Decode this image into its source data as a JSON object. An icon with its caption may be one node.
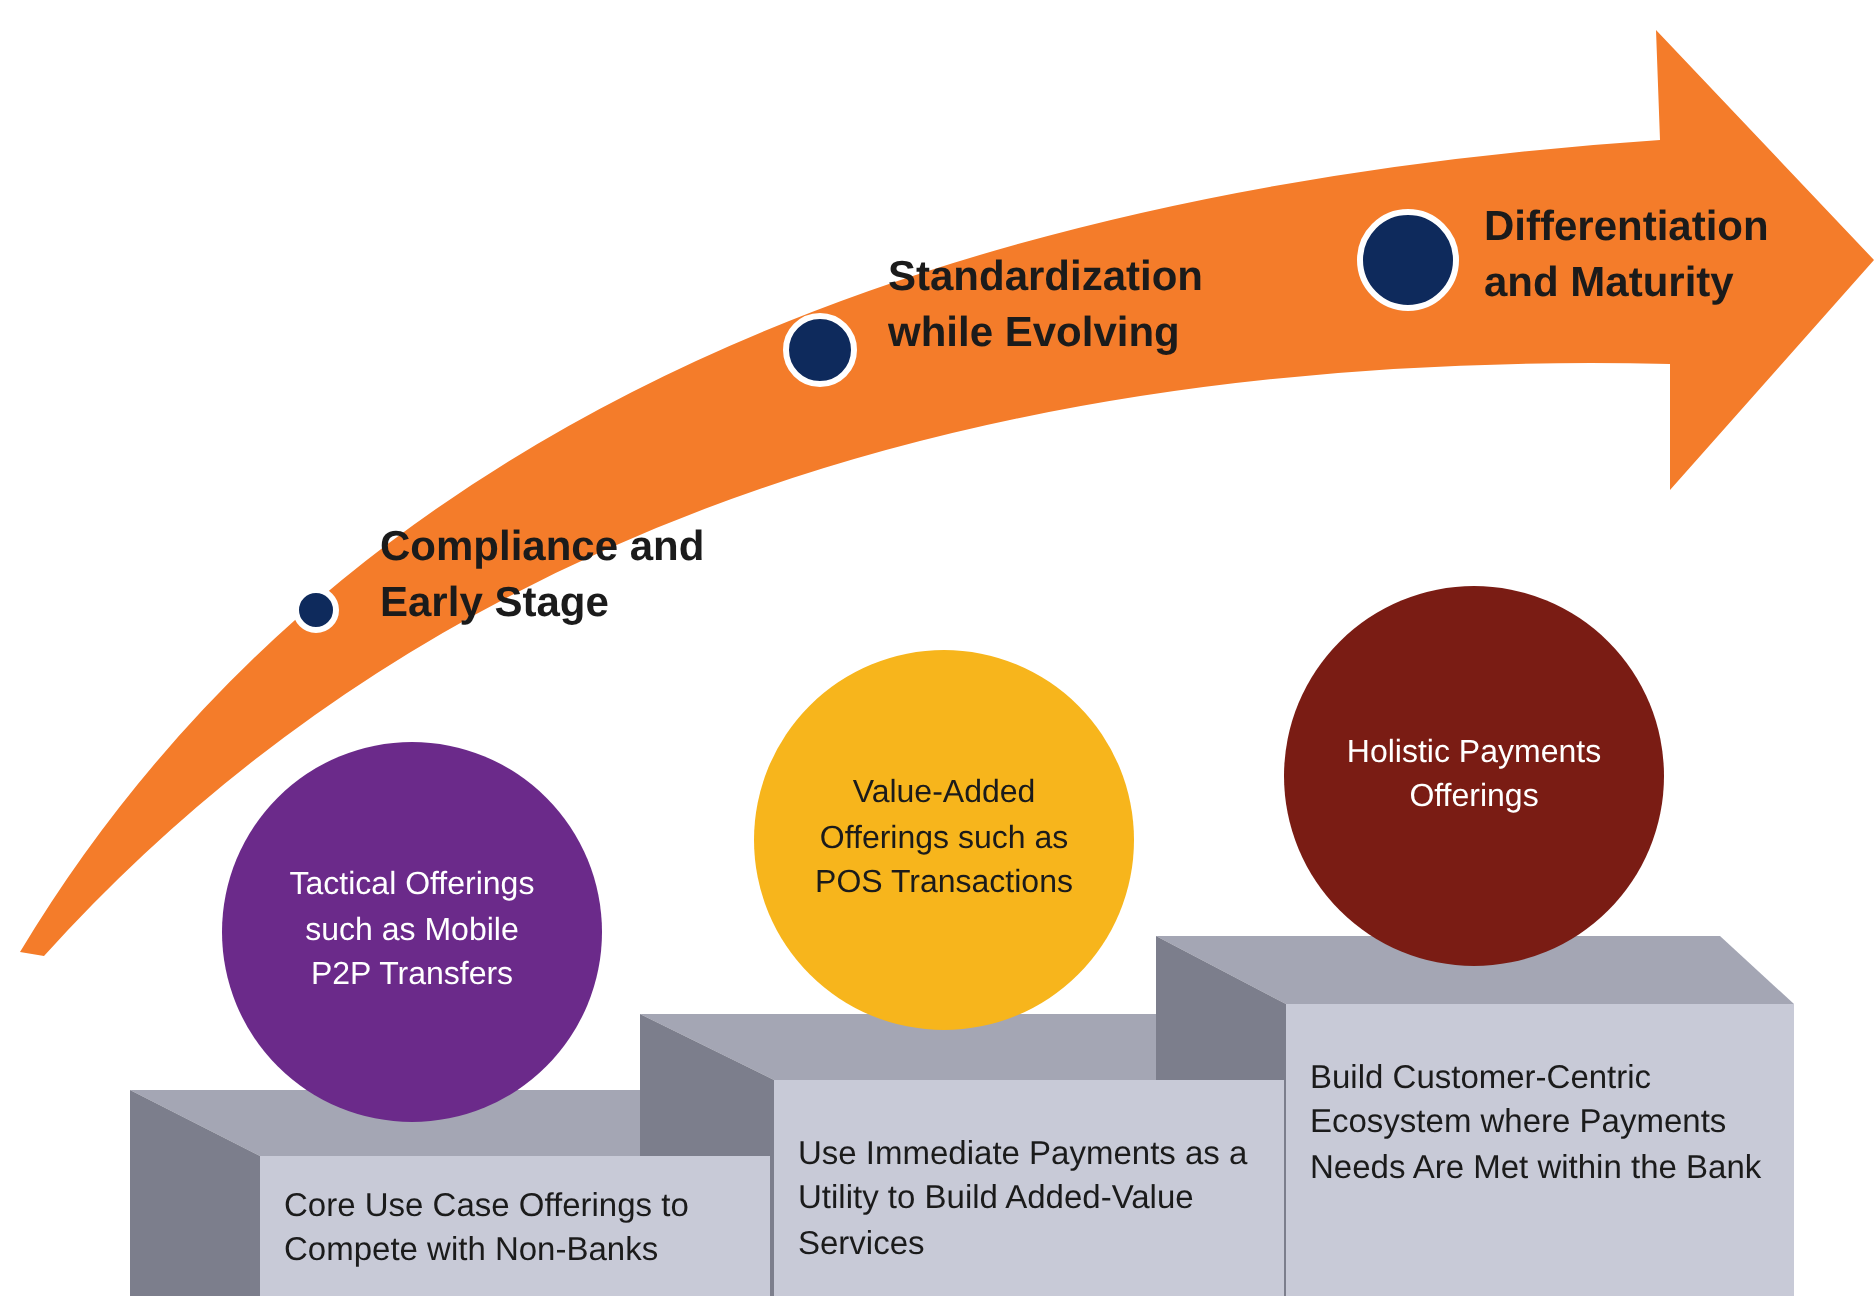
{
  "diagram": {
    "nodes": [
      {
        "text": [
          "Tactical Offerings such as Mobile P2P Transfers"
        ]
      },
      {
        "text": [
          "Value-Added Offerings such as  POS Transactions"
        ]
      },
      {
        "text": [
          "Holistic Payments Offerings"
        ]
      },
      {
        "text": [
          "Core Use Case Offerings to Compete with Non-Banks"
        ]
      },
      {
        "text": [
          "Use Immediate Payments as a Utility to Build Added-Value Services"
        ]
      },
      {
        "text": [
          "Build Customer-Centric Ecosystem where Payments Needs Are Met within the Bank"
        ]
      }
    ],
    "edges": [],
    "labels": [
      "Differentiation and Maturity",
      "Standardization while Evolving",
      "Compliance and Early Stage"
    ]
  }
}
